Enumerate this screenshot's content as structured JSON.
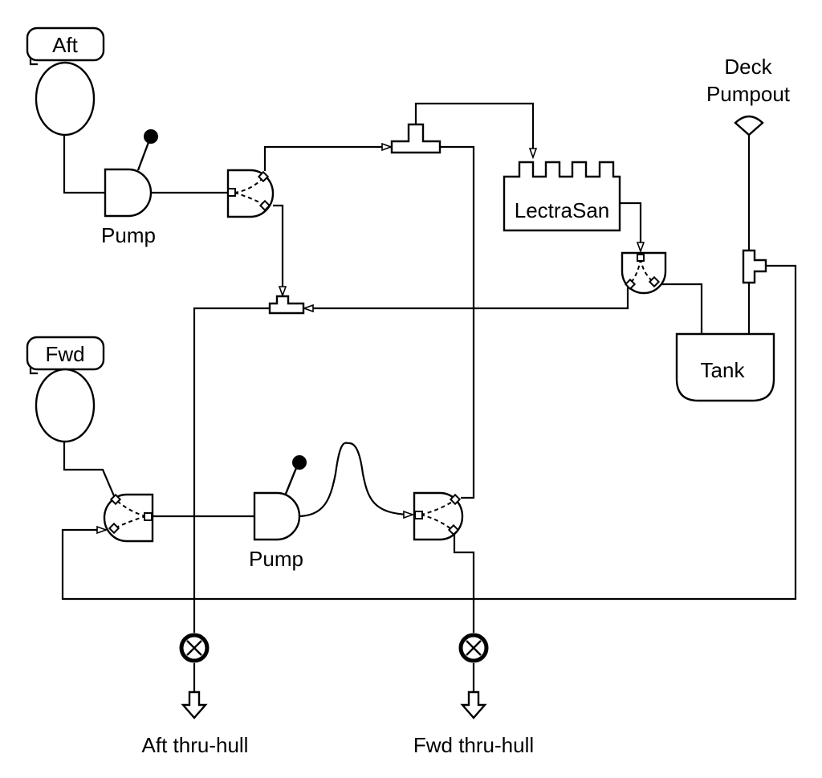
{
  "labels": {
    "aft_toilet": "Aft",
    "fwd_toilet": "Fwd",
    "aft_pump": "Pump",
    "fwd_pump": "Pump",
    "lectrasan": "LectraSan",
    "tank": "Tank",
    "deck_pumpout_line1": "Deck",
    "deck_pumpout_line2": "Pumpout",
    "aft_thru_hull": "Aft thru-hull",
    "fwd_thru_hull": "Fwd thru-hull"
  },
  "colors": {
    "stroke": "#000000",
    "fill": "#ffffff"
  }
}
